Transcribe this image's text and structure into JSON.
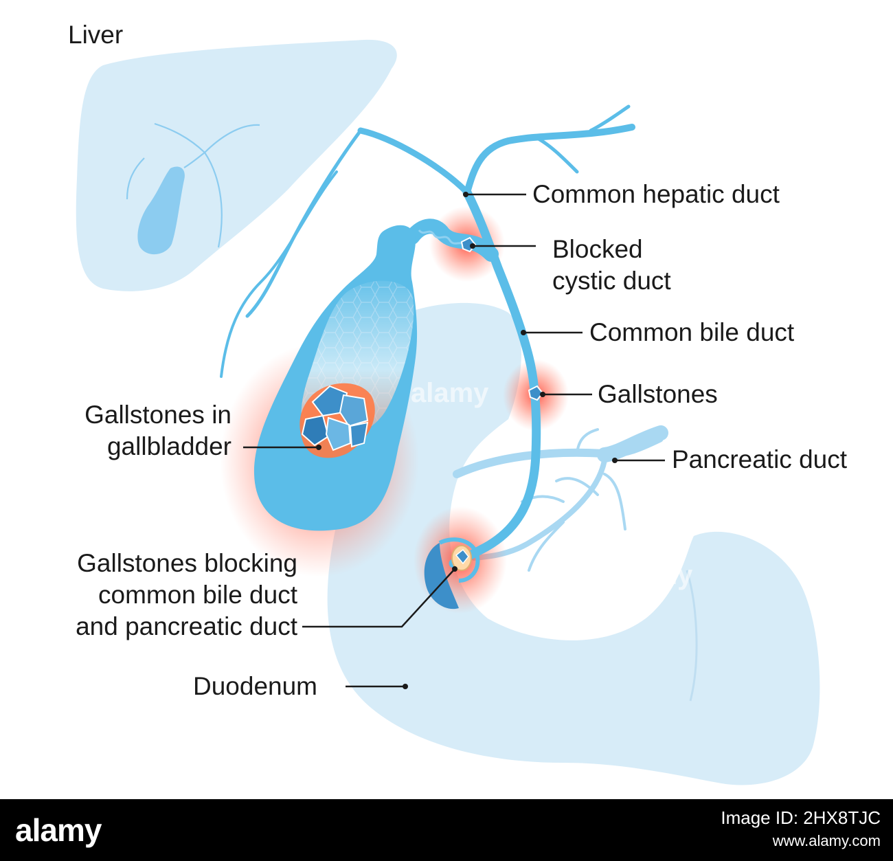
{
  "labels": {
    "liver": "Liver",
    "common_hepatic_duct": "Common hepatic duct",
    "blocked_cystic_duct_line1": "Blocked",
    "blocked_cystic_duct_line2": "cystic duct",
    "common_bile_duct": "Common bile duct",
    "gallstones": "Gallstones",
    "pancreatic_duct": "Pancreatic duct",
    "gallstones_in_gallbladder_line1": "Gallstones in",
    "gallstones_in_gallbladder_line2": "gallbladder",
    "blocking_line1": "Gallstones blocking",
    "blocking_line2": "common bile duct",
    "blocking_line3": "and pancreatic duct",
    "duodenum": "Duodenum"
  },
  "watermark": {
    "brand": "alamy",
    "image_id": "Image ID: 2HX8TJC",
    "site": "www.alamy.com"
  },
  "colors": {
    "organ_fill": "#d7ecf8",
    "duct": "#5bbde8",
    "gallbladder": "#5bbde8",
    "inflammation": "#ff6b55",
    "stone": "#3d8fc9",
    "leader_line": "#1a1a1a"
  }
}
